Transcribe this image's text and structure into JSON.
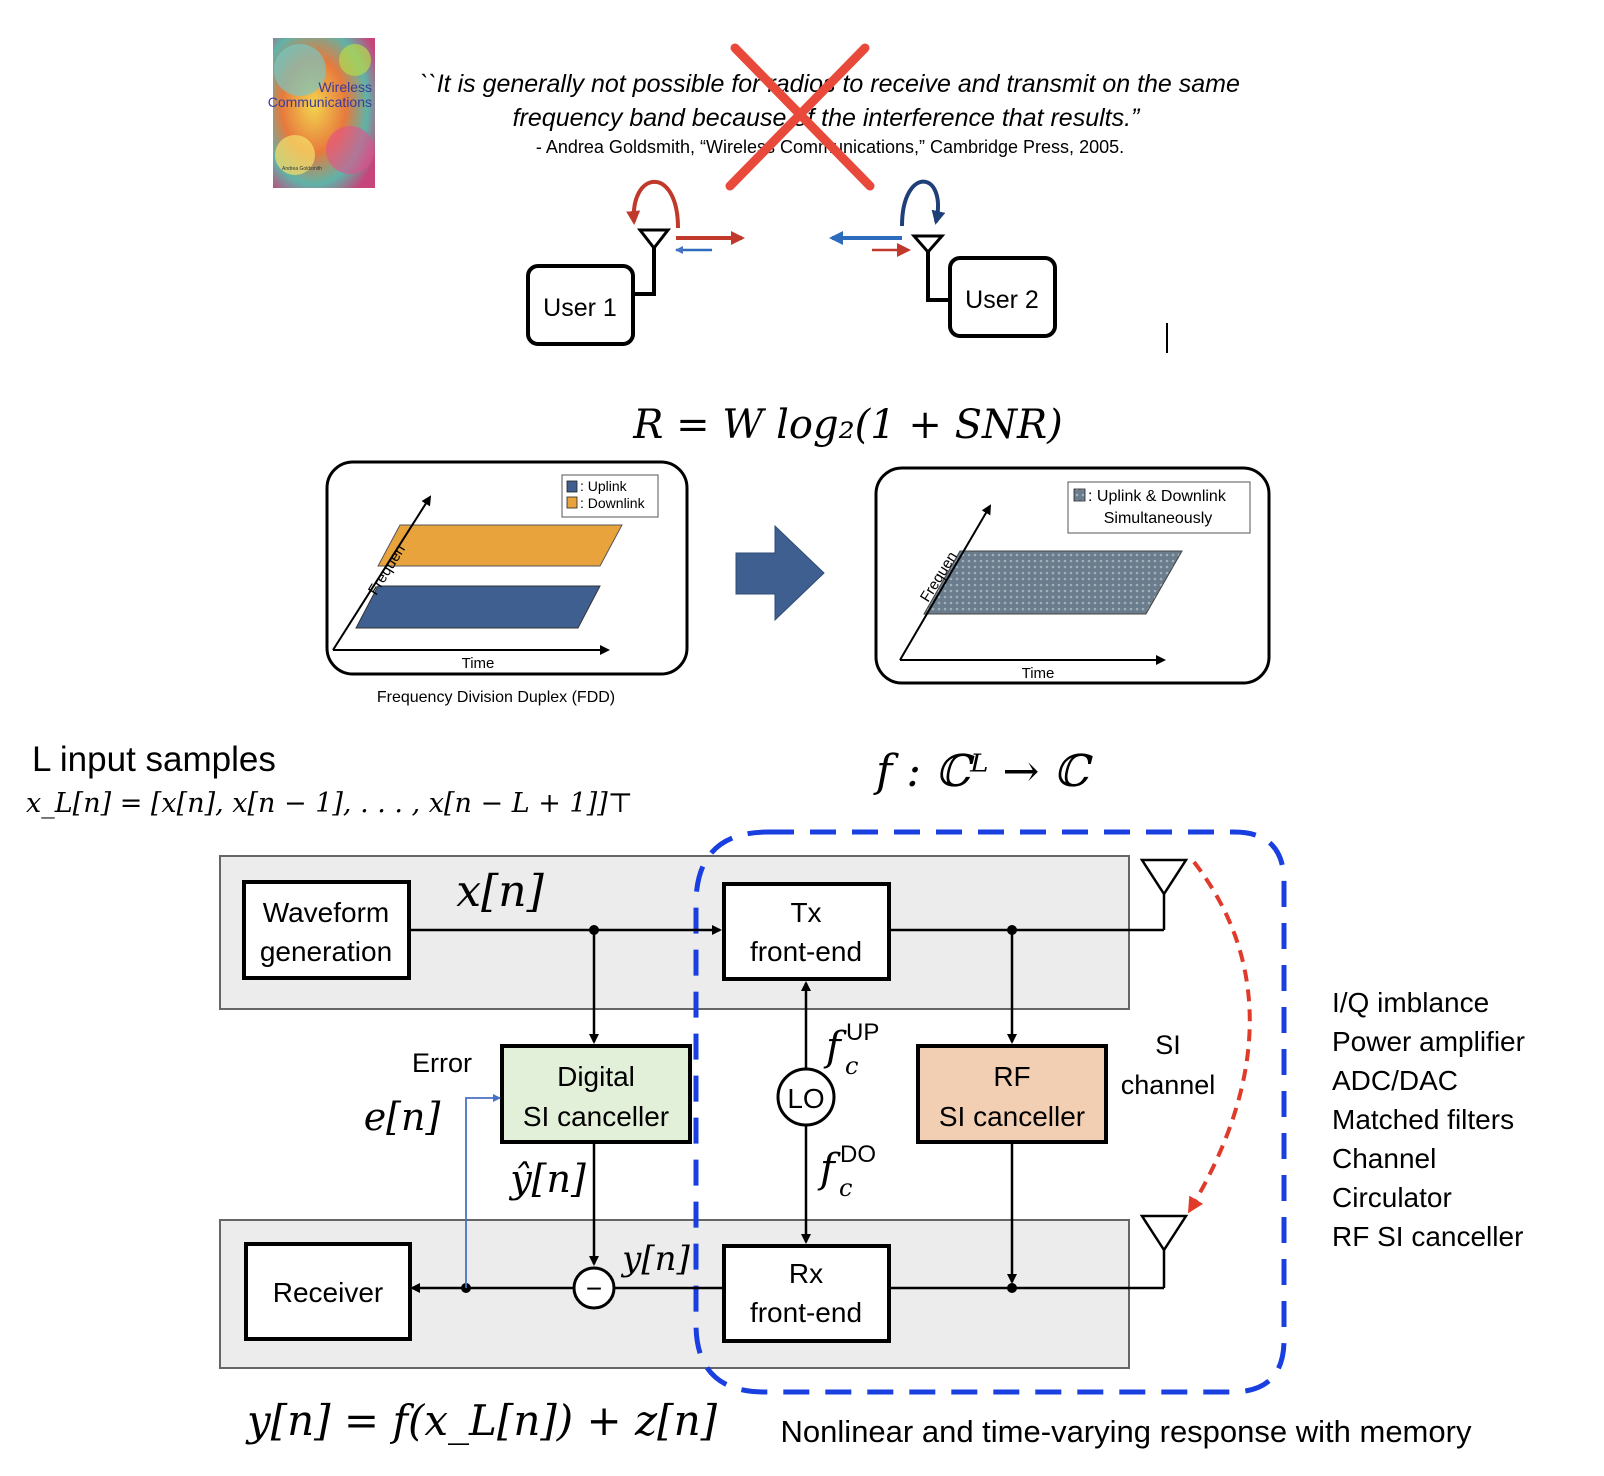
{
  "book": {
    "title_line1": "Wireless",
    "title_line2": "Communications",
    "author": "Andrea Goldsmith"
  },
  "quote": {
    "line1": "``It is generally not possible for radios to receive and transmit on the same",
    "line2": "frequency band because of the interference that results.”",
    "attribution": "- Andrea Goldsmith, “Wireless Communications,” Cambridge Press, 2005."
  },
  "users": {
    "user1": "User 1",
    "user2": "User 2"
  },
  "capacity_formula": "R = W log₂(1 + SNR)",
  "fdd": {
    "legend_uplink": ": Uplink",
    "legend_downlink": ": Downlink",
    "y_axis": "Frequen",
    "x_axis": "Time",
    "caption": "Frequency Division Duplex (FDD)"
  },
  "ifd": {
    "legend_line1": ": Uplink & Downlink",
    "legend_line2": "Simultaneously",
    "y_axis": "Frequen",
    "x_axis": "Time"
  },
  "input_samples": {
    "title": "L input samples",
    "formula": "x_L[n] = [x[n], x[n − 1], . . . , x[n − L + 1]]⊤"
  },
  "mapping_formula": "f : ℂᴸ → ℂ",
  "diagram": {
    "waveform_line1": "Waveform",
    "waveform_line2": "generation",
    "xn": "x[n]",
    "tx_line1": "Tx",
    "tx_line2": "front-end",
    "digital_line1": "Digital",
    "digital_line2": "SI canceller",
    "error_label": "Error",
    "en": "e[n]",
    "lo": "LO",
    "fc_up": "f",
    "fc_up_sup": "UP",
    "fc_sub": "c",
    "fc_do_sup": "DO",
    "rf_line1": "RF",
    "rf_line2": "SI canceller",
    "si_line1": "SI",
    "si_line2": "channel",
    "yhat": "ŷ[n]",
    "yn": "y[n]",
    "receiver": "Receiver",
    "rx_line1": "Rx",
    "rx_line2": "front-end",
    "minus": "−"
  },
  "impairments": [
    "I/Q imblance",
    "Power amplifier",
    "ADC/DAC",
    "Matched filters",
    "Channel",
    "Circulator",
    "RF SI canceller"
  ],
  "output_formula": "y[n] = f(x_L[n]) + z[n]",
  "footer": "Nonlinear and time-varying response with memory",
  "colors": {
    "uplink": "#3e5f8f",
    "downlink": "#e8a33d",
    "red_arrow": "#c0392b",
    "blue_arrow": "#2d6bbd",
    "dashed_box": "#1a3fe0",
    "si_path": "#e03a2a",
    "digital_fill": "#e2efd9",
    "rf_fill": "#f2cfb3",
    "band_fill": "#ececec",
    "big_arrow": "#3e5f8f",
    "cross": "#e8493a"
  }
}
